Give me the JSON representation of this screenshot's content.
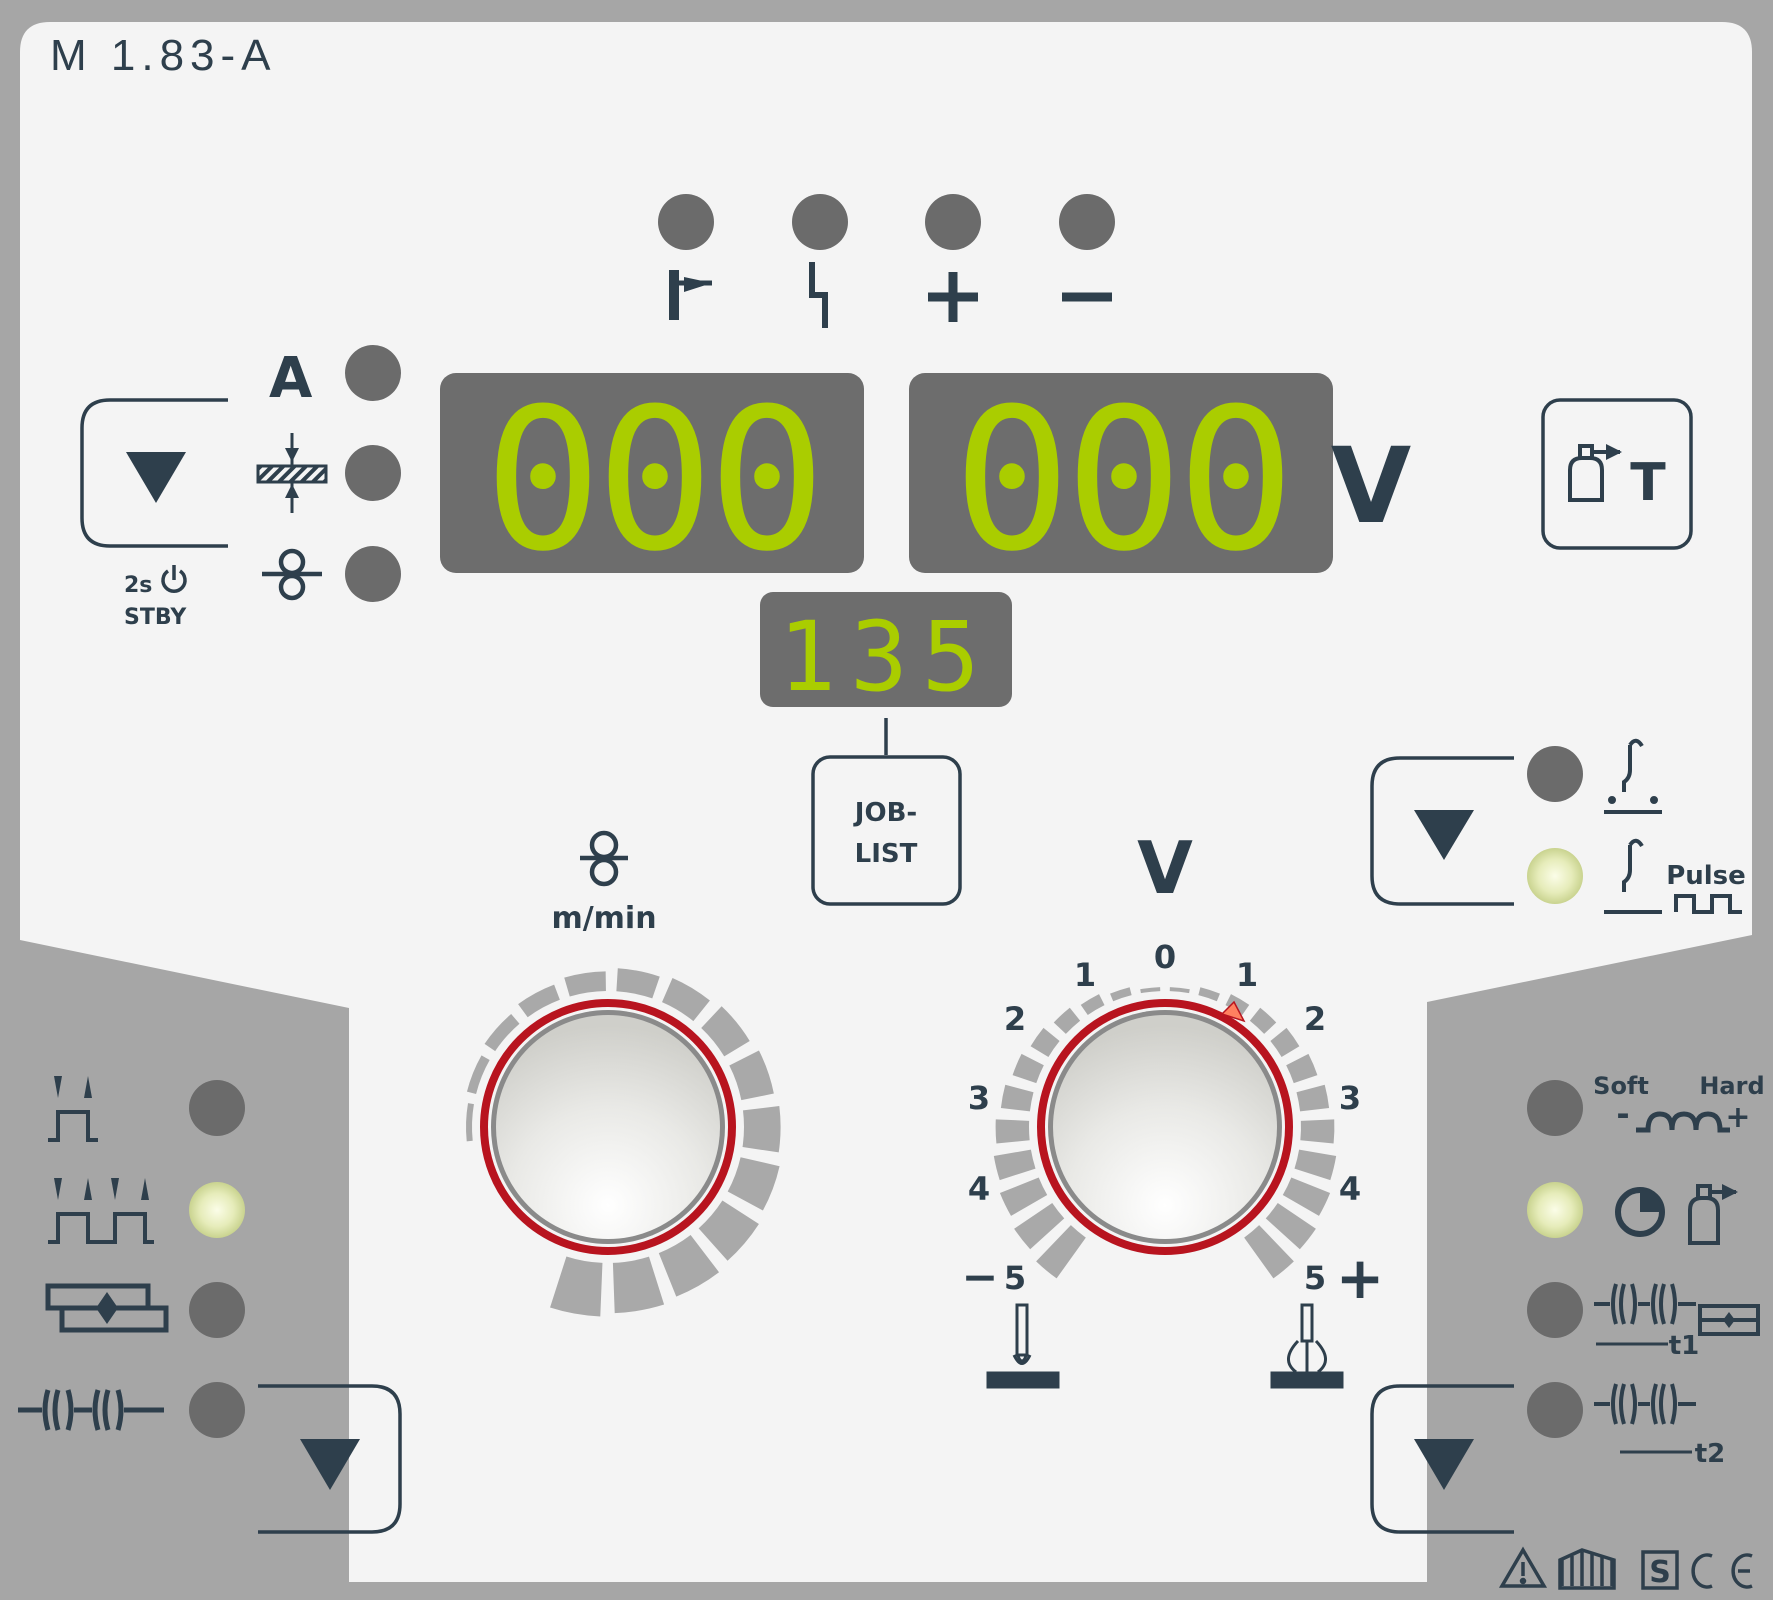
{
  "model": "M 1.83-A",
  "colors": {
    "panel": "#f4f4f4",
    "frame": "#a6a6a6",
    "ink": "#2e3f4c",
    "led_off": "#6b6b6b",
    "led_on": "#e4ebb8",
    "display_bg": "#6d6d6d",
    "display_seg": "#aacd00",
    "knob_ring": "#b8141f",
    "pointer": "#ff8060"
  },
  "top_indicators": [
    {
      "icon": "torch-temperature-icon",
      "state": "off"
    },
    {
      "icon": "fault-lightning-icon",
      "state": "off"
    },
    {
      "icon": "plus-icon",
      "state": "off"
    },
    {
      "icon": "minus-icon",
      "state": "off"
    }
  ],
  "left_display_selector": {
    "button_icon": "arrow-down-icon",
    "standby_time": "2s",
    "standby_label": "STBY",
    "options": [
      {
        "label": "A",
        "state": "off"
      },
      {
        "icon": "material-thickness-icon",
        "state": "off"
      },
      {
        "icon": "wire-feed-icon",
        "state": "off"
      }
    ]
  },
  "display_left": {
    "value": "000"
  },
  "display_right": {
    "value": "000",
    "unit": "V"
  },
  "job_display": {
    "value": "135"
  },
  "job_list_button": {
    "label_line1": "JOB-",
    "label_line2": "LIST"
  },
  "gas_test_button": {
    "icon": "gas-test-icon",
    "label": "T"
  },
  "process_selector": {
    "button_icon": "arrow-down-icon",
    "options": [
      {
        "icon": "standard-process-icon",
        "state": "off"
      },
      {
        "icon": "pulse-process-icon",
        "label": "Pulse",
        "state": "on"
      }
    ]
  },
  "wire_speed_knob": {
    "unit": "m/min",
    "icon": "wire-feed-icon"
  },
  "voltage_knob": {
    "label": "V",
    "scale_left": [
      "1",
      "2",
      "3",
      "4",
      "5"
    ],
    "scale_right": [
      "1",
      "2",
      "3",
      "4",
      "5"
    ],
    "center": "0",
    "minus": "−",
    "plus": "+",
    "pointer_position": 1
  },
  "operating_mode_selector": {
    "button_icon": "arrow-down-icon",
    "options": [
      {
        "icon": "2-step-icon",
        "state": "off"
      },
      {
        "icon": "4-step-icon",
        "state": "on"
      },
      {
        "icon": "spot-weld-icon",
        "state": "off"
      },
      {
        "icon": "interval-icon",
        "state": "off"
      }
    ]
  },
  "parameter_selector": {
    "button_icon": "arrow-down-icon",
    "options": [
      {
        "icon": "choke-effect-icon",
        "label_left": "Soft",
        "label_right": "Hard",
        "sign_left": "-",
        "sign_right": "+",
        "state": "off"
      },
      {
        "icon": "gas-post-flow-icon",
        "state": "on"
      },
      {
        "icon": "spot-time-icon",
        "label": "t1",
        "state": "off"
      },
      {
        "icon": "interval-pause-icon",
        "label": "t2",
        "state": "off"
      }
    ]
  },
  "marks": [
    "warning-icon",
    "manual-icon",
    "s-mark-icon",
    "ce-mark-icon"
  ]
}
